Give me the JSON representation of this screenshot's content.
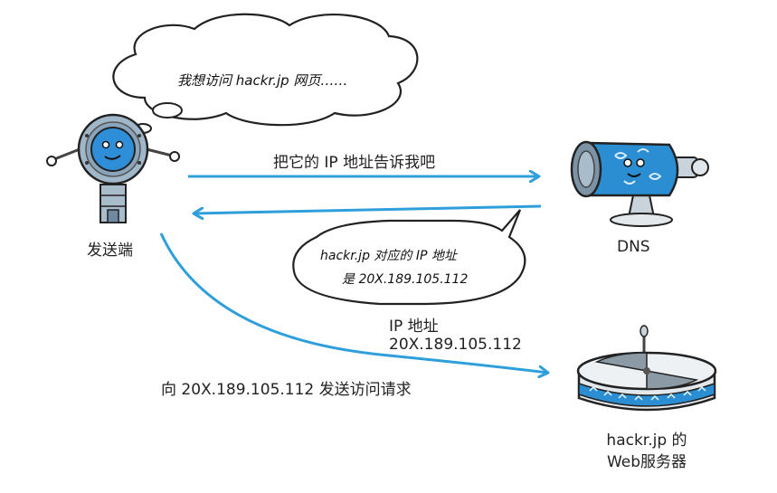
{
  "client": {
    "label": "发送端",
    "thought": "我想访问 hackr.jp 网页……"
  },
  "dns": {
    "label": "DNS",
    "reply_line1": "hackr.jp 对应的 IP 地址",
    "reply_line2": "是 20X.189.105.112"
  },
  "arrows": {
    "query": "把它的 IP 地址告诉我吧",
    "ip_line1": "IP 地址",
    "ip_line2": "20X.189.105.112",
    "request": "向 20X.189.105.112 发送访问请求"
  },
  "server": {
    "label_line1": "hackr.jp 的",
    "label_line2": "Web服务器"
  },
  "colors": {
    "arrow": "#2f9fdc",
    "robot_head": "#9fb7c9",
    "robot_face": "#2e8fd8",
    "dns_body": "#2b8ed3",
    "server_band": "#2b8ed3"
  }
}
